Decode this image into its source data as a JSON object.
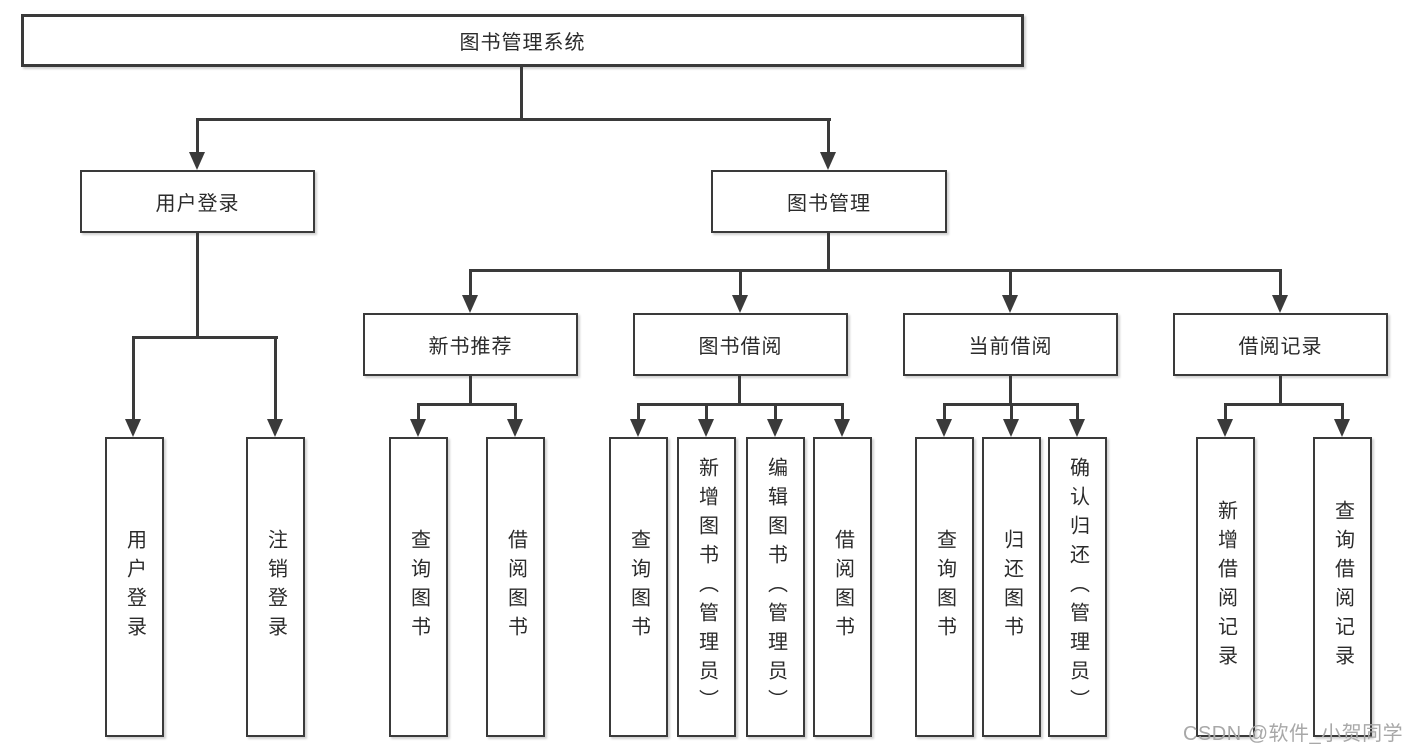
{
  "diagram": {
    "root": {
      "label": "图书管理系统"
    },
    "branches": [
      {
        "label": "用户登录",
        "children": [
          {
            "label": "用户登录"
          },
          {
            "label": "注销登录"
          }
        ]
      },
      {
        "label": "图书管理",
        "children": [
          {
            "label": "新书推荐",
            "children": [
              {
                "label": "查询图书"
              },
              {
                "label": "借阅图书"
              }
            ]
          },
          {
            "label": "图书借阅",
            "children": [
              {
                "label": "查询图书"
              },
              {
                "label": "新增图书（管理员）"
              },
              {
                "label": "编辑图书（管理员）"
              },
              {
                "label": "借阅图书"
              }
            ]
          },
          {
            "label": "当前借阅",
            "children": [
              {
                "label": "查询图书"
              },
              {
                "label": "归还图书"
              },
              {
                "label": "确认归还（管理员）"
              }
            ]
          },
          {
            "label": "借阅记录",
            "children": [
              {
                "label": "新增借阅记录"
              },
              {
                "label": "查询借阅记录"
              }
            ]
          }
        ]
      }
    ]
  },
  "watermark": {
    "text": "CSDN @软件_小贺同学"
  },
  "colors": {
    "line": "#3a3a3a",
    "text": "#2b2b2b",
    "watermark": "#a8a8a8",
    "background": "#ffffff"
  }
}
